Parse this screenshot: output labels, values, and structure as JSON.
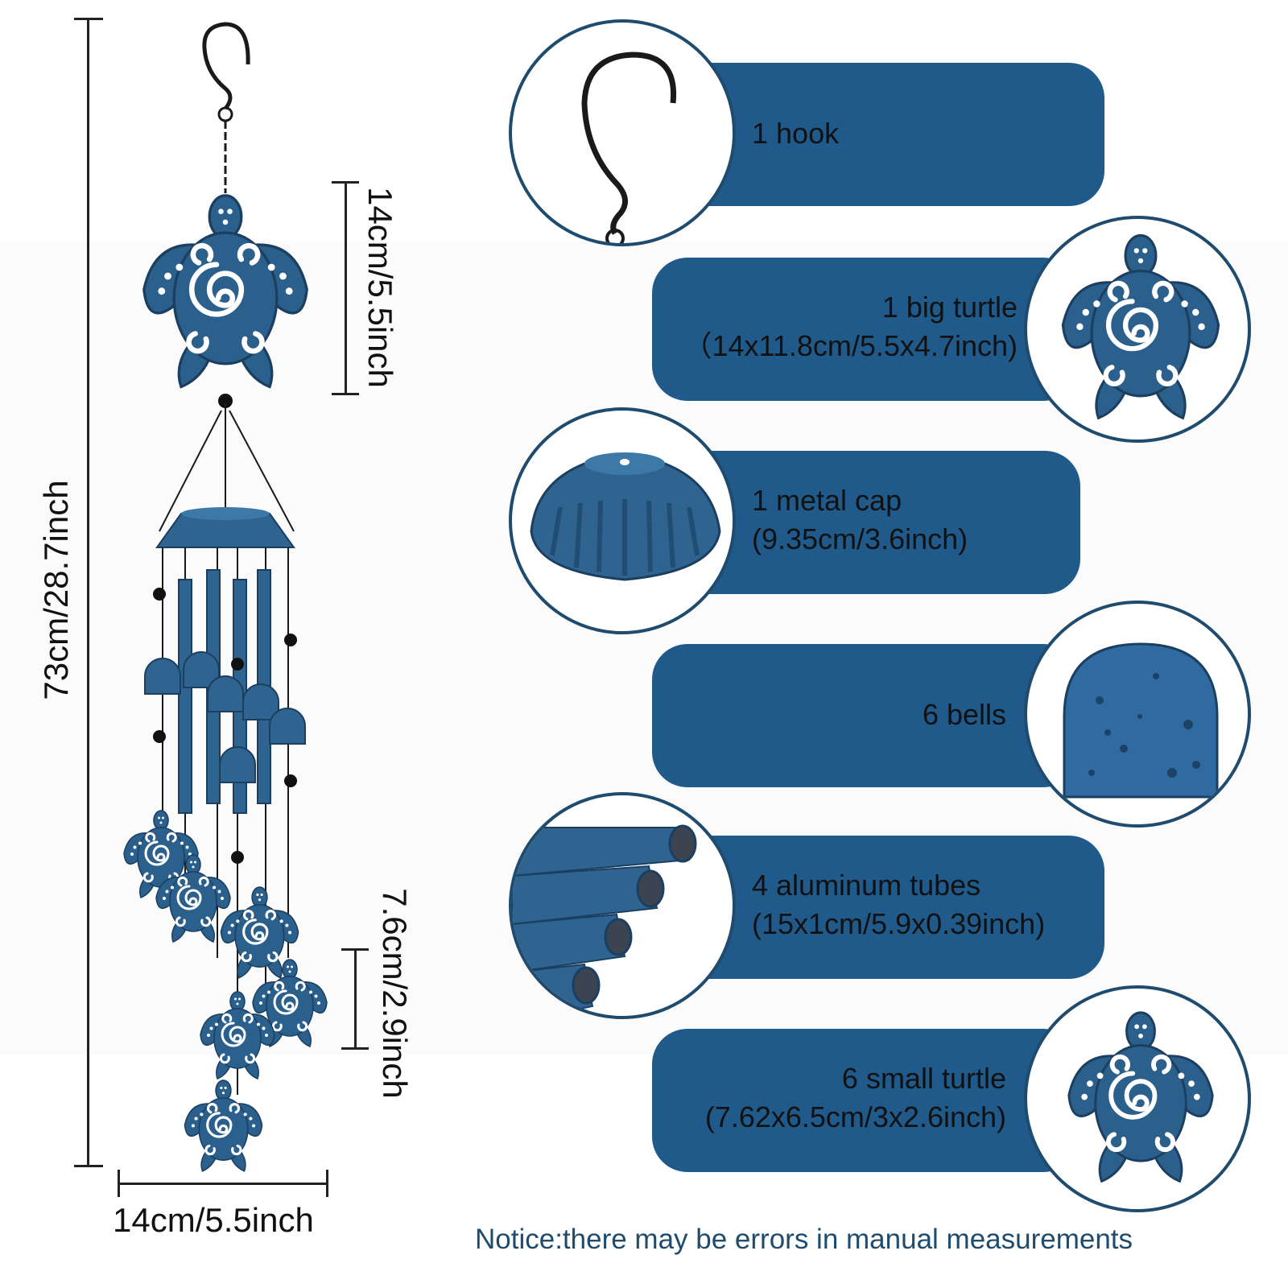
{
  "dimensions": {
    "total_height": "73cm/28.7inch",
    "big_turtle_height": "14cm/5.5inch",
    "small_turtle_height": "7.6cm/2.9inch",
    "width": "14cm/5.5inch"
  },
  "components": [
    {
      "icon": "hook-icon",
      "line1": "1 hook",
      "line2": ""
    },
    {
      "icon": "turtle-icon",
      "line1": "1 big turtle",
      "line2": "（14x11.8cm/5.5x4.7inch)"
    },
    {
      "icon": "metal-cap-icon",
      "line1": "1 metal cap",
      "line2": "(9.35cm/3.6inch)"
    },
    {
      "icon": "bell-icon",
      "line1": "6 bells",
      "line2": ""
    },
    {
      "icon": "tubes-icon",
      "line1": "4 aluminum tubes",
      "line2": "(15x1cm/5.9x0.39inch)"
    },
    {
      "icon": "turtle-icon",
      "line1": "6 small turtle",
      "line2": "(7.62x6.5cm/3x2.6inch)"
    }
  ],
  "notice": "Notice:there may be errors in manual measurements",
  "colors": {
    "bar": "#1f5a8b",
    "border": "#1f4c6e",
    "metal_blue": "#2f6490"
  }
}
